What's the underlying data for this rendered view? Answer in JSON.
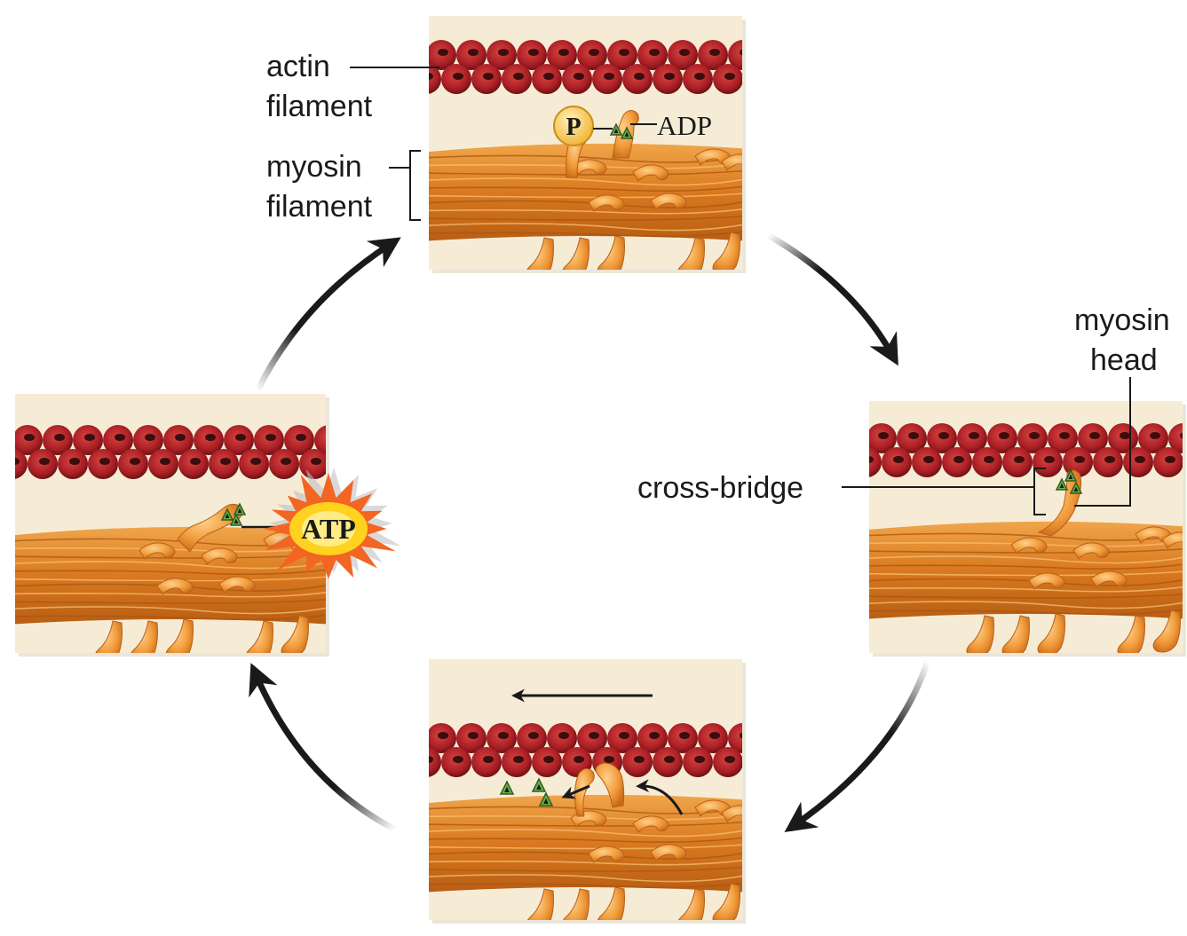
{
  "labels": {
    "actin_filament_1": "actin",
    "actin_filament_2": "filament",
    "myosin_filament_1": "myosin",
    "myosin_filament_2": "filament",
    "adp": "ADP",
    "phosphate": "P",
    "myosin_head_1": "myosin",
    "myosin_head_2": "head",
    "cross_bridge": "cross-bridge",
    "atp": "ATP"
  },
  "colors": {
    "actin": "#b8262a",
    "actin_core": "#3a0e0e",
    "myosin": "#e8892a",
    "myosin_light": "#f6b460",
    "panel_bg": "#f6ecd6",
    "adp_green": "#6ab04c",
    "phosphate": "#f7c94a",
    "atp_burst": "#f26522",
    "arrow": "#1a1a1a"
  },
  "panels": [
    "top",
    "right",
    "bottom",
    "left"
  ]
}
